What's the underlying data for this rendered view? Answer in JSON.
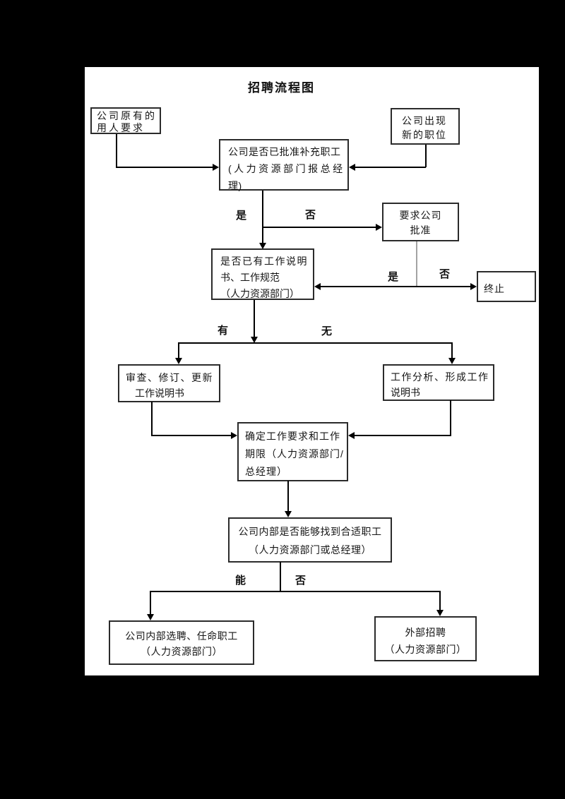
{
  "title": "招聘流程图",
  "boxes": {
    "existing_need": {
      "lines": [
        "公司原有的",
        "用人要求"
      ]
    },
    "new_position": {
      "lines": [
        "公司出现",
        "新的职位"
      ]
    },
    "approved": {
      "lines": [
        "公司是否已批准补充职工",
        "(人力资源部门报总经",
        "理)"
      ]
    },
    "request_approval": {
      "lines": [
        "要求公司",
        "批准"
      ]
    },
    "has_description": {
      "lines": [
        "是否已有工作说明",
        "书、工作规范",
        "（人力资源部门）"
      ]
    },
    "terminate": {
      "lines": [
        "终止"
      ]
    },
    "review": {
      "lines": [
        "审查、修订、更新",
        "工作说明书"
      ]
    },
    "analysis": {
      "lines": [
        "工作分析、形成工作",
        "说明书"
      ]
    },
    "determine": {
      "lines": [
        "确定工作要求和工作",
        "期限（人力资源部门/",
        "总经理）"
      ]
    },
    "internal_find": {
      "lines": [
        "公司内部是否能够找到合适职工",
        "（人力资源部门或总经理）"
      ]
    },
    "internal_hire": {
      "lines": [
        "公司内部选聘、任命职工",
        "（人力资源部门）"
      ]
    },
    "external": {
      "lines": [
        "外部招聘",
        "（人力资源部门）"
      ]
    }
  },
  "labels": {
    "yes1": "是",
    "no1": "否",
    "yes2": "是",
    "no2": "否",
    "have": "有",
    "none": "无",
    "can": "能",
    "no3": "否"
  },
  "colors": {
    "canvas_bg": "#000000",
    "page_bg": "#ffffff",
    "line": "#000000",
    "gray_line": "#a3a3a3",
    "box_border": "#2b2b2b",
    "text": "#151515"
  }
}
